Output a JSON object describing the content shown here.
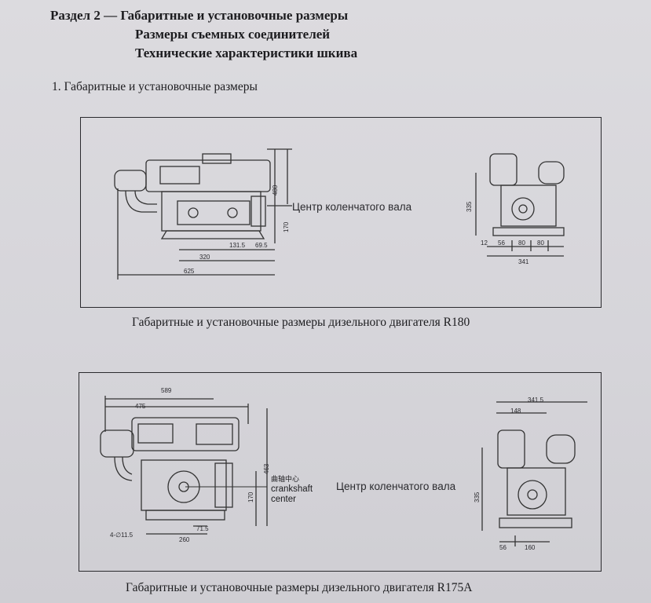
{
  "heading": {
    "line1": "Раздел 2 — Габаритные и установочные размеры",
    "line2": "Размеры съемных соединителей",
    "line3": "Технические характеристики шкива"
  },
  "section_item": "1.   Габаритные и установочные размеры",
  "figure1": {
    "caption": "Габаритные и установочные размеры дизельного двигателя R180",
    "center_label": "Центр коленчатого вала",
    "dims": {
      "overall_length": "625",
      "base_length": "320",
      "mount_1": "131.5",
      "mount_2": "69.5",
      "height": "480",
      "crank_height": "170",
      "side_height": "335",
      "side_a": "12",
      "side_b": "56",
      "side_c": "80",
      "side_d": "80",
      "side_width": "341"
    }
  },
  "figure2": {
    "caption": "Габаритные и установочные размеры дизельного двигателя R175A",
    "center_label": "Центр коленчатого вала",
    "crank_cn": "曲轴中心",
    "crank_en_1": "crankshaft",
    "crank_en_2": "center",
    "dims": {
      "overall_length": "589",
      "top_length": "475",
      "height": "463",
      "crank_height": "170",
      "base_length": "260",
      "mount_offset": "71.5",
      "bolt_holes": "4-∅11.5",
      "side_width": "341.5",
      "side_top": "148",
      "side_height": "335",
      "side_base_a": "56",
      "side_base_b": "160"
    }
  }
}
